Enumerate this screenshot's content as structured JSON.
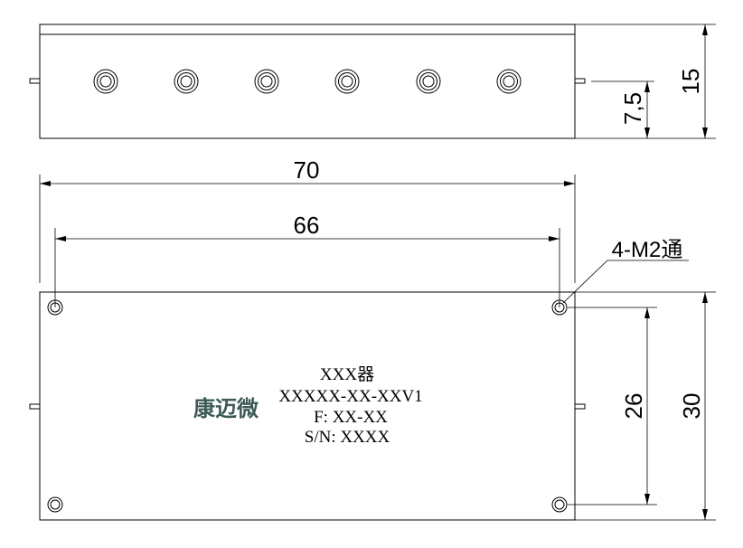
{
  "top_view": {
    "dimensions": {
      "height": "15",
      "half_height": "7,5"
    }
  },
  "front_view": {
    "dimensions": {
      "width": "70",
      "hole_span": "66",
      "height": "30",
      "hole_pitch": "26"
    },
    "hole_callout": "4-M2通",
    "logo": {
      "text": "康迈微",
      "color": "#3d5a56"
    },
    "label": {
      "line1": "XXX器",
      "line2": "XXXXX-XX-XXV1",
      "line3": "F: XX-XX",
      "line4": "S/N: XXXX"
    }
  }
}
